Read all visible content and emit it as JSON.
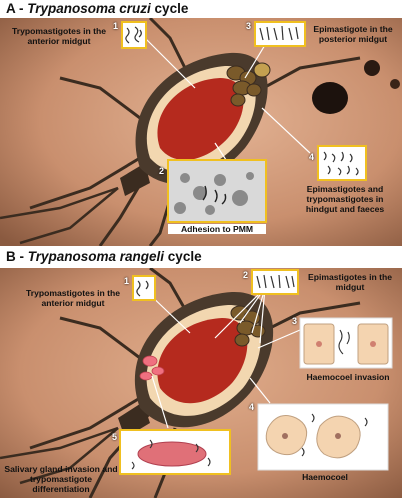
{
  "panel_a": {
    "title_prefix": "A - ",
    "title_species": "Trypanosoma cruzi",
    "title_suffix": " cycle",
    "labels": {
      "anterior": "Trypomastigotes in the anterior midgut",
      "posterior": "Epimastigote in the posterior midgut",
      "adhesion": "Adhesion to PMM",
      "hindgut": "Epimastigotes and trypomastigotes in hindgut and faeces"
    },
    "steps": [
      "1",
      "2",
      "3",
      "4"
    ]
  },
  "panel_b": {
    "title_prefix": "B - ",
    "title_species": "Trypanosoma rangeli",
    "title_suffix": " cycle",
    "labels": {
      "anterior": "Trypomastigotes in the anterior midgut",
      "midgut": "Epimastigotes in the midgut",
      "invasion": "Haemocoel invasion",
      "haemocoel": "Haemocoel",
      "salivary": "Salivary gland invasion and trypomastigote differentiation"
    },
    "steps": [
      "1",
      "2",
      "3",
      "4",
      "5"
    ]
  },
  "colors": {
    "skin": "#c98f6e",
    "bug_body": "#4a3a2c",
    "abdomen_rim": "#f2d7b0",
    "midgut": "#b52a1e",
    "callout_border": "#f0c020",
    "salivary": "#f07080"
  }
}
